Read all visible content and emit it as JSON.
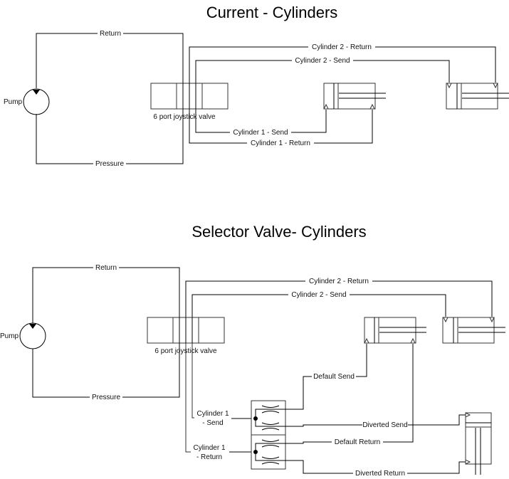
{
  "top": {
    "title": "Current - Cylinders",
    "pump_label": "Pump",
    "valve_label": "6 port joystick valve",
    "lines": {
      "return": "Return",
      "pressure": "Pressure",
      "cyl2_return": "Cylinder 2 - Return",
      "cyl2_send": "Cylinder 2 - Send",
      "cyl1_send": "Cylinder 1 - Send",
      "cyl1_return": "Cylinder 1 - Return"
    }
  },
  "bottom": {
    "title": "Selector Valve- Cylinders",
    "pump_label": "Pump",
    "valve_label": "6 port joystick valve",
    "lines": {
      "return": "Return",
      "pressure": "Pressure",
      "cyl2_return": "Cylinder 2 - Return",
      "cyl2_send": "Cylinder 2 - Send",
      "cyl1_send_line1": "Cylinder 1",
      "cyl1_send_line2": "- Send",
      "cyl1_return_line1": "Cylinder 1",
      "cyl1_return_line2": "- Return",
      "default_send": "Default Send",
      "diverted_send": "Diverted Send",
      "default_return": "Default Return",
      "diverted_return": "Diverted Return"
    }
  }
}
